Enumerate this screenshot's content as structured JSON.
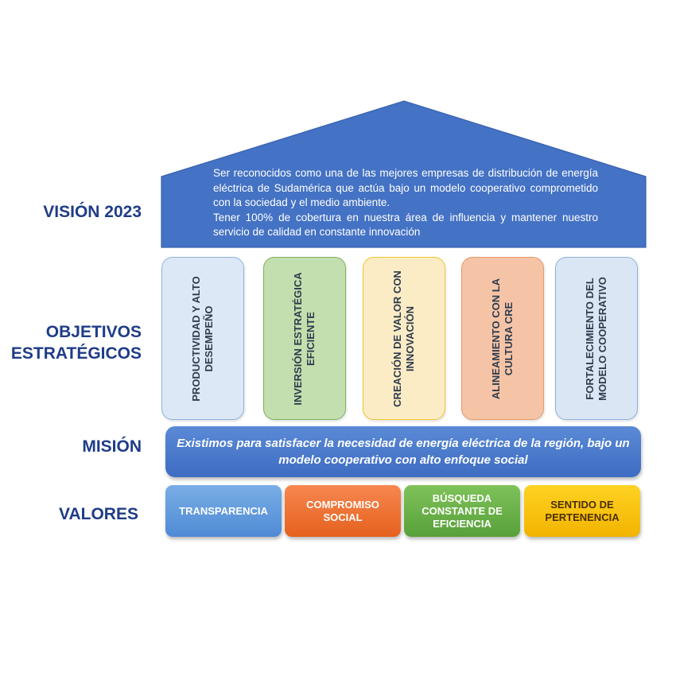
{
  "labels": {
    "vision": "VISIÓN 2023",
    "objetivos_line1": "OBJETIVOS",
    "objetivos_line2": "ESTRATÉGICOS",
    "mision": "MISIÓN",
    "valores": "VALORES"
  },
  "vision": {
    "paragraph1": "Ser reconocidos como una de las mejores empresas de distribución de energía eléctrica de Sudamérica que actúa bajo un modelo cooperativo comprometido con la sociedad y el medio ambiente.",
    "paragraph2": "Tener 100% de cobertura en nuestra área de influencia y mantener nuestro servicio de calidad en constante innovación"
  },
  "objetivos": [
    "PRODUCTIVIDAD Y ALTO DESEMPEÑO",
    "INVERSIÓN ESTRATÉGICA EFICIENTE",
    "CREACIÓN DE VALOR CON INNOVACIÓN",
    "ALINEAMIENTO CON LA CULTURA CRE",
    "FORTALECIMIENTO DEL MODELO COOPERATIVO"
  ],
  "mision": "Existimos para satisfacer la necesidad de energía eléctrica de la región, bajo un modelo cooperativo con alto enfoque social",
  "valores": [
    "TRANSPARENCIA",
    "COMPROMISO SOCIAL",
    "BÚSQUEDA CONSTANTE DE EFICIENCIA",
    "SENTIDO DE PERTENENCIA"
  ],
  "colors": {
    "label_text": "#1f3c88",
    "roof": "#4472c4",
    "mission": "#4a78c8",
    "valor_transparencia": "#5b94da",
    "valor_compromiso": "#ee7131",
    "valor_busqueda": "#6ab04c",
    "valor_pertenencia": "#f7c200"
  }
}
